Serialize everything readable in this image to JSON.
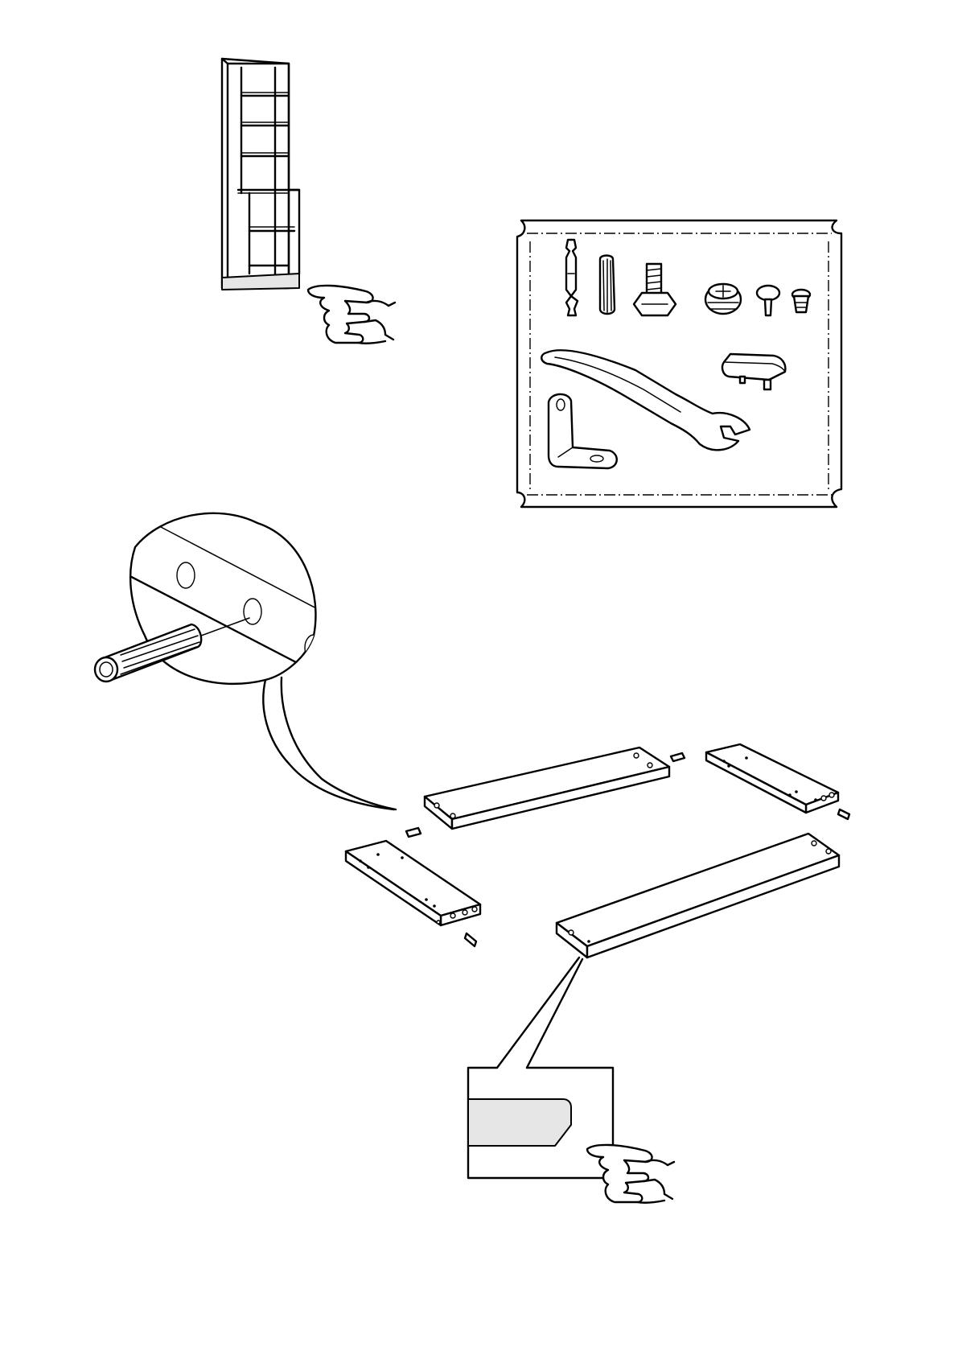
{
  "document": {
    "type": "assembly-instructions",
    "text_present": false
  },
  "illustrations": [
    {
      "name": "bookcase-overview",
      "icon": "bookcase-icon"
    },
    {
      "name": "hardware-bag",
      "icon": "hardware-bag-icon",
      "contents": [
        "cam-bolt-icon",
        "wooden-dowel-icon",
        "adjustable-foot-icon",
        "cam-lock-icon",
        "shelf-pin-icon",
        "plastic-plug-icon",
        "wrench-icon",
        "l-bracket-icon",
        "plinth-glide-icon"
      ]
    },
    {
      "name": "dowel-detail",
      "icon": "magnifier-icon"
    },
    {
      "name": "base-frame-parts",
      "icon": "board-icon"
    },
    {
      "name": "edge-profile-detail",
      "icon": "edge-profile-icon"
    }
  ],
  "colors": {
    "line": "#000000",
    "paper": "#ffffff",
    "shade": "#e6e6e6"
  }
}
